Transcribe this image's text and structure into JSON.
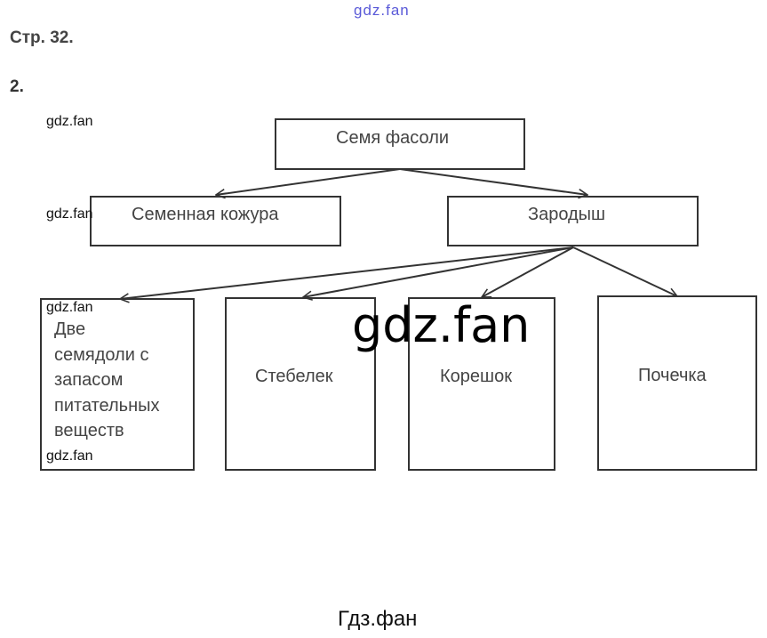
{
  "header": {
    "watermark_top": "gdz.fan",
    "page_ref": "Стр. 32.",
    "task_number": "2."
  },
  "watermarks": {
    "small": "gdz.fan",
    "large": "gdz.fan",
    "footer": "Гдз.фан"
  },
  "diagram": {
    "root": "Семя фасоли",
    "level1": [
      "Семенная кожура",
      "Зародыш"
    ],
    "level2": [
      "Две семядоли с запасом питательных веществ",
      "Стебелек",
      "Корешок",
      "Почечка"
    ],
    "level2_first_lines": [
      "Две",
      "семядоли с",
      "запасом",
      "питательных",
      "веществ"
    ]
  }
}
